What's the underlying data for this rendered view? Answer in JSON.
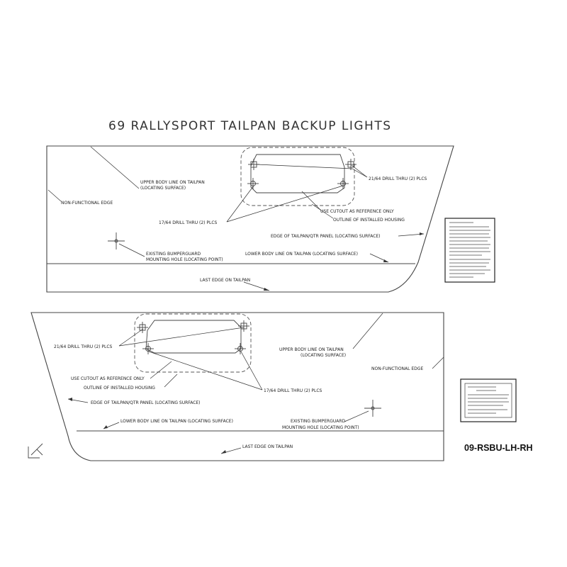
{
  "title": "69 RALLYSPORT TAILPAN BACKUP LIGHTS",
  "part_number": "09-RSBU-LH-RH",
  "rh_template": {
    "upper_body_line_1": "UPPER BODY LINE ON TAILPAN",
    "upper_body_line_2": "(LOCATING SURFACE)",
    "non_functional_edge": "NON-FUNCTIONAL EDGE",
    "drill_21_64": "21/64 DRILL THRU (2) PLCS",
    "use_cutout": "USE CUTOUT AS REFERENCE ONLY",
    "outline_housing": "OUTLINE OF INSTALLED HOUSING",
    "drill_17_64": "17/64 DRILL THRU (2) PLCS",
    "edge_tailpan": "EDGE OF TAILPAN/QTR PANEL (LOCATING SURFACE)",
    "bumperguard_1": "EXISTING BUMPERGUARD",
    "bumperguard_2": "MOUNTING HOLE (LOCATING POINT)",
    "lower_body_line": "LOWER BODY LINE ON TAILPAN (LOCATING SURFACE)",
    "last_edge": "LAST EDGE ON TAILPAN"
  },
  "lh_template": {
    "drill_21_64": "21/64 DRILL THRU (2) PLCS",
    "upper_body_line_1": "UPPER BODY LINE ON TAILPAN",
    "upper_body_line_2": "(LOCATING SURFACE)",
    "non_functional_edge": "NON-FUNCTIONAL EDGE",
    "use_cutout": "USE CUTOUT AS REFERENCE ONLY",
    "outline_housing": "OUTLINE OF INSTALLED HOUSING",
    "drill_17_64": "17/64 DRILL THRU (2) PLCS",
    "edge_tailpan": "EDGE OF TAILPAN/QTR PANEL (LOCATING SURFACE)",
    "lower_body_line": "LOWER BODY LINE ON TAILPAN (LOCATING SURFACE)",
    "bumperguard_1": "EXISTING BUMPERGUARD",
    "bumperguard_2": "MOUNTING HOLE (LOCATING POINT)",
    "last_edge": "LAST EDGE ON TAILPAN"
  }
}
